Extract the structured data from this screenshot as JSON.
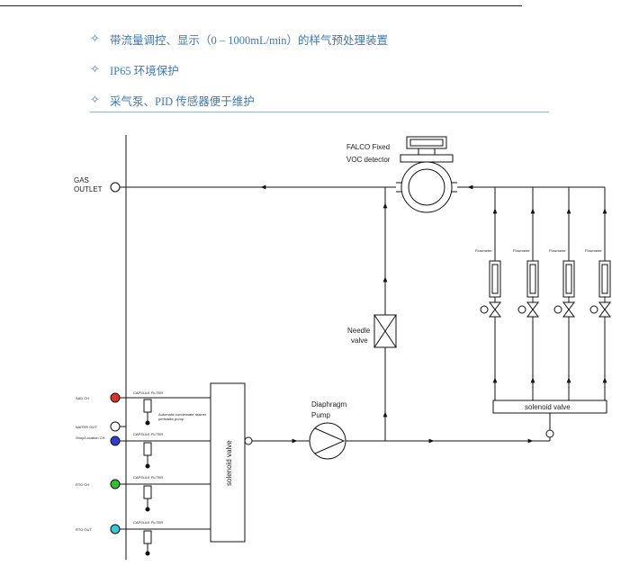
{
  "bullets": [
    {
      "icon": "diamond-star-icon",
      "text": "带流量调控、显示（0 – 1000mL/min）的样气预处理装置"
    },
    {
      "icon": "diamond-star-icon",
      "text": "IP65 环境保护"
    },
    {
      "icon": "diamond-star-icon",
      "text": "采气泵、PID 传感器便于维护"
    }
  ],
  "diagram": {
    "detector_label_1": "FALCO Fixed",
    "detector_label_2": "VOC detector",
    "gas_outlet_1": "GAS",
    "gas_outlet_2": "OUTLET",
    "needle_valve_1": "Needle",
    "needle_valve_2": "valve",
    "pump_1": "Diaphragm",
    "pump_2": "Pump",
    "solenoid_left": "solenoid valve",
    "solenoid_right": "solenoid valve",
    "flowmeter": "Flowmeter",
    "capsule_filter": "CAPSULE FILTER",
    "auto_condensate": "Automatic condensate drainer",
    "peristaltic_pump": "peristaltic pump",
    "inlets": [
      {
        "label": "SAD CH",
        "color": "#e0302a"
      },
      {
        "label": "WATER OUT",
        "color": "#ffffff"
      },
      {
        "label": "Shop/Location CH",
        "color": "#2d3fd0"
      },
      {
        "label": "RTO CH",
        "color": "#33c030"
      },
      {
        "label": "RTO OUT",
        "color": "#37c8d8"
      }
    ]
  }
}
